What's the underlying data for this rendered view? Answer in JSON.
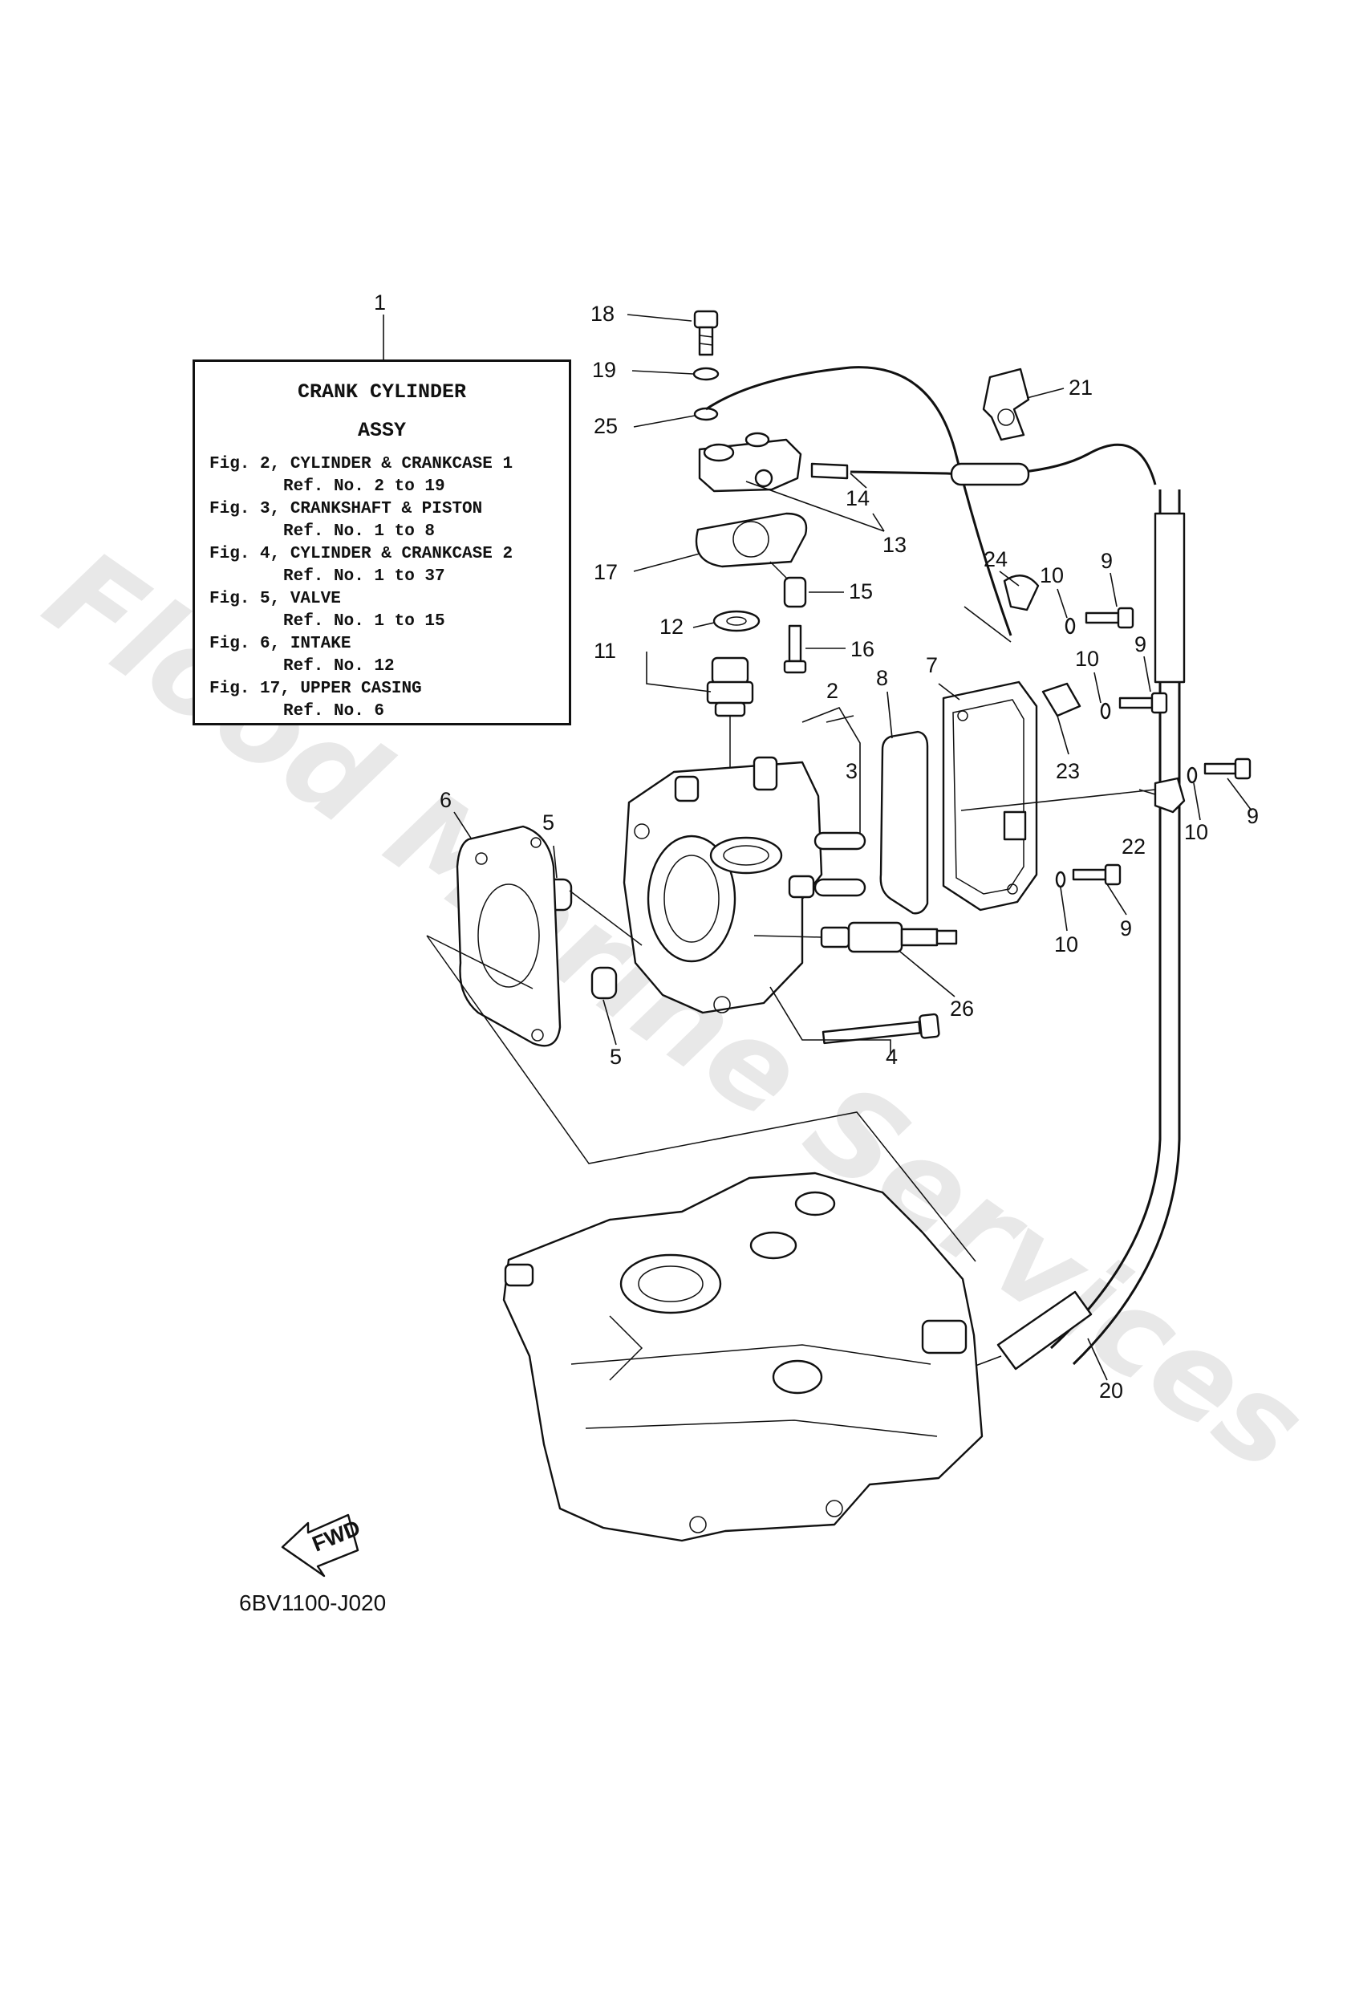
{
  "legend": {
    "title_line1": "CRANK CYLINDER",
    "title_line2": "ASSY",
    "lines": [
      {
        "text": "Fig. 2, CYLINDER & CRANKCASE 1",
        "sub": false
      },
      {
        "text": "Ref. No. 2 to 19",
        "sub": true
      },
      {
        "text": "Fig. 3, CRANKSHAFT & PISTON",
        "sub": false
      },
      {
        "text": "Ref. No. 1 to 8",
        "sub": true
      },
      {
        "text": "Fig. 4, CYLINDER & CRANKCASE 2",
        "sub": false
      },
      {
        "text": "Ref. No. 1 to 37",
        "sub": true
      },
      {
        "text": "Fig. 5, VALVE",
        "sub": false
      },
      {
        "text": "Ref. No. 1 to 15",
        "sub": true
      },
      {
        "text": "Fig. 6, INTAKE",
        "sub": false
      },
      {
        "text": "Ref. No. 12",
        "sub": true
      },
      {
        "text": "Fig. 17, UPPER CASING",
        "sub": false
      },
      {
        "text": "Ref. No. 6",
        "sub": true
      }
    ]
  },
  "callouts": [
    "1",
    "2",
    "3",
    "4",
    "5",
    "5",
    "6",
    "7",
    "8",
    "9",
    "9",
    "9",
    "9",
    "10",
    "10",
    "10",
    "10",
    "11",
    "12",
    "13",
    "14",
    "15",
    "16",
    "17",
    "18",
    "19",
    "20",
    "21",
    "22",
    "23",
    "24",
    "25",
    "26"
  ],
  "fwd_label": "FWD",
  "diagram_code": "6BV1100-J020",
  "watermark": "Flood Marine Services"
}
